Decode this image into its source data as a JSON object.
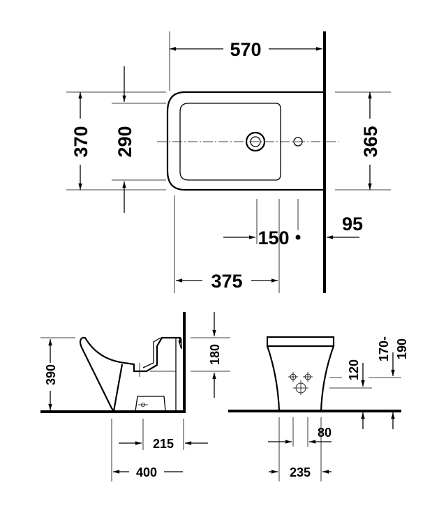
{
  "top_view": {
    "width_570": "570",
    "depth_370": "370",
    "inner_290": "290",
    "depth_365": "365",
    "offset_150": "150",
    "offset_95": "95",
    "depth_375": "375"
  },
  "side_view": {
    "height_390": "390",
    "height_180": "180",
    "dist_215": "215",
    "dist_400": "400"
  },
  "front_view": {
    "height_120": "120",
    "height_170": "170-",
    "height_190": "190",
    "dist_80": "80",
    "width_235": "235"
  }
}
